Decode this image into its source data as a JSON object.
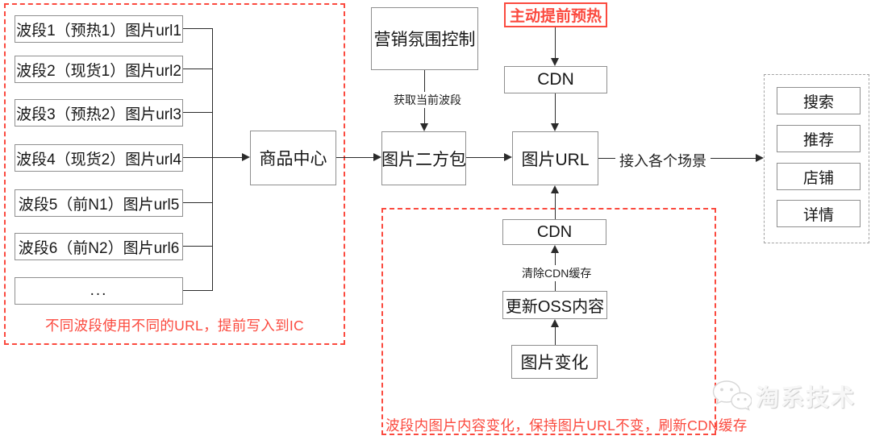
{
  "colors": {
    "accent_red": "#fb4a3f",
    "box_border": "#8f8f8f",
    "line": "#2b2b2b",
    "panel_dash": "#a3a3a3"
  },
  "diagram": {
    "left_panel": {
      "items": [
        "波段1（预热1）图片url1",
        "波段2（现货1）图片url2",
        "波段3（预热2）图片url3",
        "波段4（现货2）图片url4",
        "波段5（前N1）图片url5",
        "波段6（前N2）图片url6",
        "..."
      ],
      "caption": "不同波段使用不同的URL，提前写入到IC"
    },
    "nodes": {
      "marketing_control": "营销氛围控制",
      "prewarm": "主动提前预热",
      "cdn_top": "CDN",
      "product_center": "商品中心",
      "image_sdk": "图片二方包",
      "image_url": "图片URL",
      "cdn_bottom": "CDN",
      "update_oss": "更新OSS内容",
      "image_change": "图片变化"
    },
    "edge_labels": {
      "get_current_band": "获取当前波段",
      "access_scenes": "接入各个场景",
      "clear_cdn_cache": "清除CDN缓存"
    },
    "right_panel": {
      "items": [
        "搜索",
        "推荐",
        "店铺",
        "详情"
      ]
    },
    "bottom_panel": {
      "caption": "波段内图片内容变化，保持图片URL不变，刷新CDN缓存"
    },
    "watermark": {
      "text": "淘系技术"
    }
  }
}
